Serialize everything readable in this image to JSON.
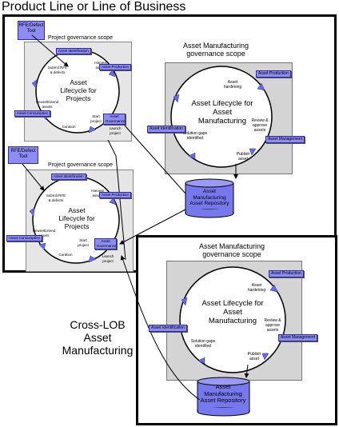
{
  "page_title": "Product Line or Line of Business",
  "rfe_tool": "RFE/Defect Tool",
  "project_scope": "Project governance scope",
  "project_lifecycle": "Asset Lifecycle for Projects",
  "project_steps": {
    "submit": "Submit RFE & defects",
    "harvest": "Harvest assets",
    "reuse": "Reuse/Extend assets",
    "curation": "Curation",
    "start": "Start project",
    "launch": "Launch project"
  },
  "project_tags": {
    "identification": "Asset Identification",
    "production": "Asset Production",
    "consumption": "Asset Consumption",
    "governance": "Asset Governance"
  },
  "mfg_scope": "Asset Manufacturing governance scope",
  "mfg_lifecycle": "Asset Lifecycle for Asset Manufacturing",
  "mfg_steps": {
    "hardening": "Asset hardening",
    "review": "Review & approve assets",
    "publish": "Publish asset",
    "gaps": "Solution gaps identified"
  },
  "mfg_tags": {
    "production": "Asset Production",
    "identification": "Asset Identification",
    "management": "Asset Management"
  },
  "repository": "Asset Manufacturing Asset Repository",
  "cross_lob": "Cross-LOB Asset Manufacturing"
}
